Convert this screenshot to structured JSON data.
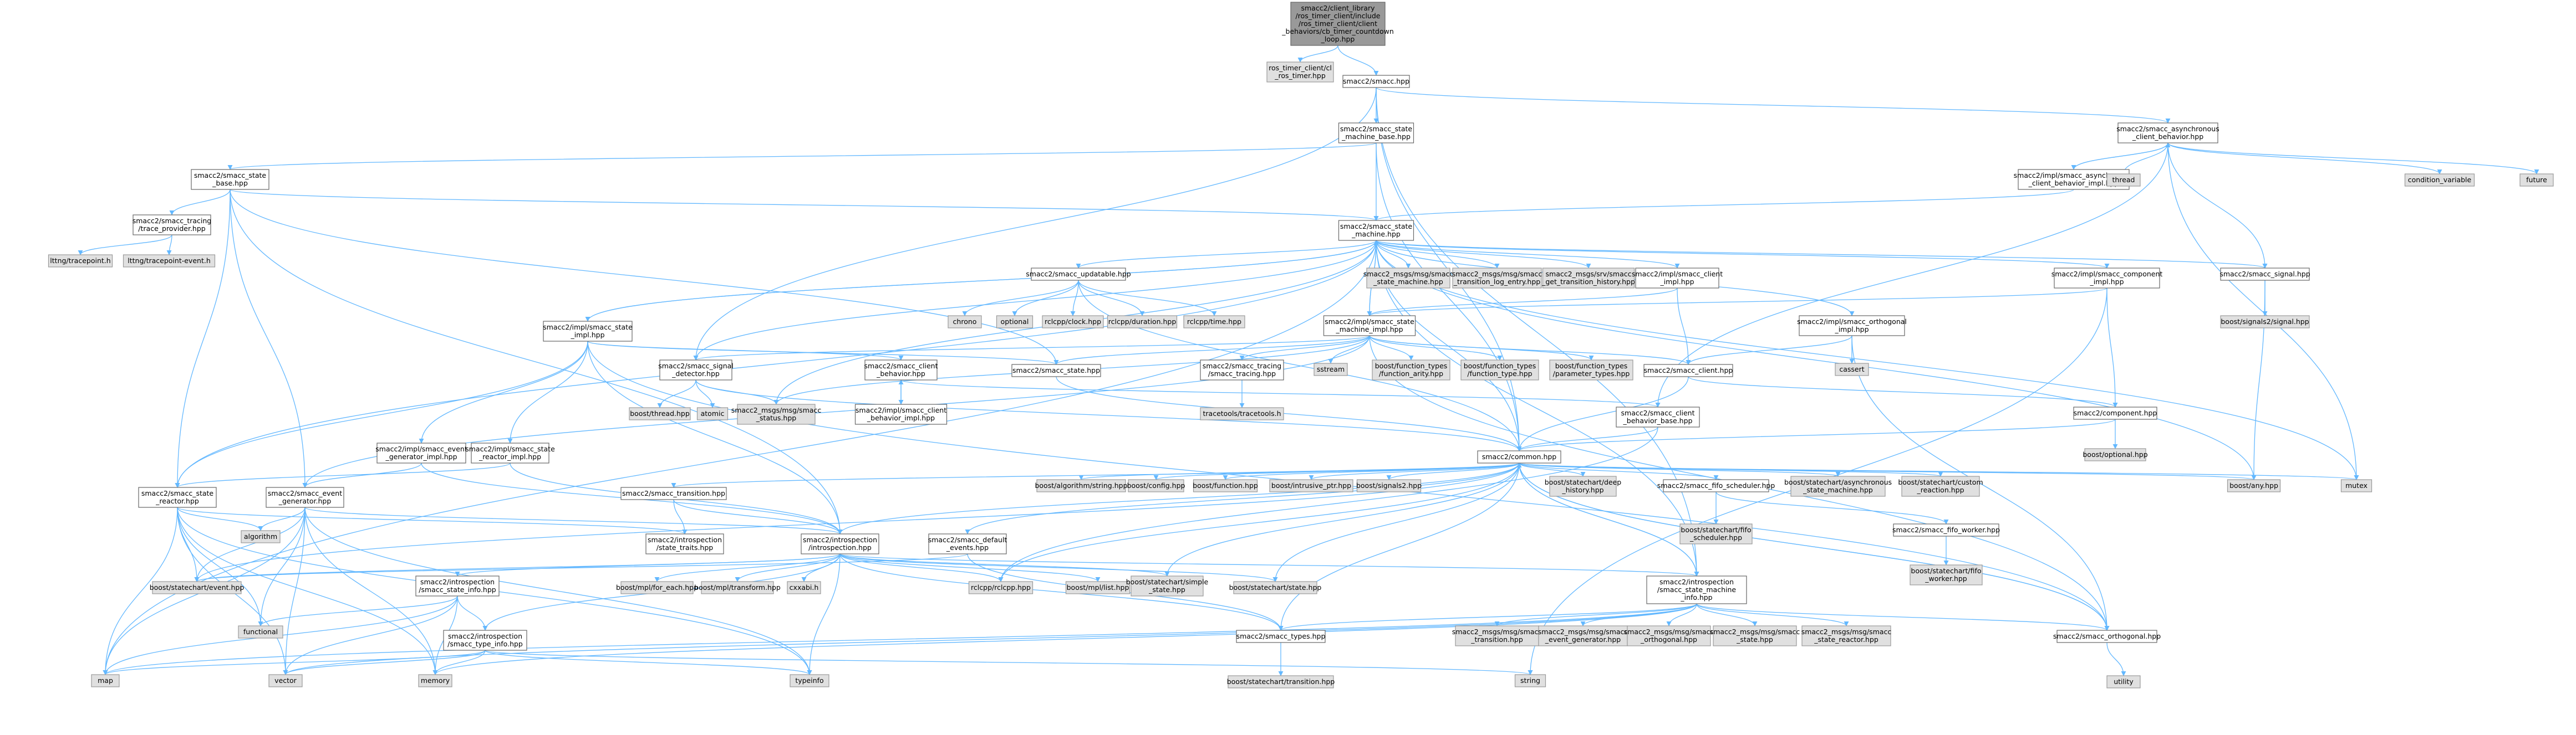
{
  "colors": {
    "edge": "#63b8ff",
    "node_fill": "#ffffff",
    "external_fill": "#e0e0e0",
    "root_fill": "#999999",
    "border": "#666666"
  },
  "nodes": {
    "root": [
      "smacc2/client_library",
      "/ros_timer_client/include",
      "/ros_timer_client/client",
      "_behaviors/cb_timer_countdown",
      "_loop.hpp"
    ],
    "ros_timer": [
      "ros_timer_client/cl",
      "_ros_timer.hpp"
    ],
    "smacc_hpp": [
      "smacc2/smacc.hpp"
    ],
    "state_machine_base": [
      "smacc2/smacc_state",
      "_machine_base.hpp"
    ],
    "async_cb": [
      "smacc2/smacc_asynchronous",
      "_client_behavior.hpp"
    ],
    "state_base": [
      "smacc2/smacc_state",
      "_base.hpp"
    ],
    "async_cb_impl": [
      "smacc2/impl/smacc_asynchronous",
      "_client_behavior_impl.hpp"
    ],
    "thread": [
      "thread"
    ],
    "condition_variable": [
      "condition_variable"
    ],
    "future": [
      "future"
    ],
    "trace_provider": [
      "smacc2/smacc_tracing",
      "/trace_provider.hpp"
    ],
    "lttng_tracepoint": [
      "lttng/tracepoint.h"
    ],
    "lttng_event": [
      "lttng/tracepoint-event.h"
    ],
    "state_machine": [
      "smacc2/smacc_state",
      "_machine.hpp"
    ],
    "updatable": [
      "smacc2/smacc_updatable.hpp"
    ],
    "msg_state_machine": [
      "smacc2_msgs/msg/smacc",
      "_state_machine.hpp"
    ],
    "msg_transition_log": [
      "smacc2_msgs/msg/smacc",
      "_transition_log_entry.hpp"
    ],
    "srv_history": [
      "smacc2_msgs/srv/smacc",
      "_get_transition_history.hpp"
    ],
    "client_impl": [
      "smacc2/impl/smacc_client",
      "_impl.hpp"
    ],
    "component_impl": [
      "smacc2/impl/smacc_component",
      "_impl.hpp"
    ],
    "signal": [
      "smacc2/smacc_signal.hpp"
    ],
    "boost_signals2": [
      "boost/signals2/signal.hpp"
    ],
    "chrono": [
      "chrono"
    ],
    "optional": [
      "optional"
    ],
    "rclcpp_clock": [
      "rclcpp/clock.hpp"
    ],
    "rclcpp_duration": [
      "rclcpp/duration.hpp"
    ],
    "rclcpp_time": [
      "rclcpp/time.hpp"
    ],
    "state_impl": [
      "smacc2/impl/smacc_state",
      "_impl.hpp"
    ],
    "state_machine_impl": [
      "smacc2/impl/smacc_state",
      "_machine_impl.hpp"
    ],
    "orthogonal_impl": [
      "smacc2/impl/smacc_orthogonal",
      "_impl.hpp"
    ],
    "cassert": [
      "cassert"
    ],
    "signal_detector": [
      "smacc2/smacc_signal",
      "_detector.hpp"
    ],
    "client_behavior": [
      "smacc2/smacc_client",
      "_behavior.hpp"
    ],
    "state_hpp": [
      "smacc2/smacc_state.hpp"
    ],
    "smacc_tracing": [
      "smacc2/smacc_tracing",
      "/smacc_tracing.hpp"
    ],
    "sstream": [
      "sstream"
    ],
    "function_types_arity": [
      "boost/function_types",
      "/function_arity.hpp"
    ],
    "function_types_type": [
      "boost/function_types",
      "/function_type.hpp"
    ],
    "function_types_params": [
      "boost/function_types",
      "/parameter_types.hpp"
    ],
    "client_hpp": [
      "smacc2/smacc_client.hpp"
    ],
    "boost_thread": [
      "boost/thread.hpp"
    ],
    "atomic": [
      "atomic"
    ],
    "msg_status": [
      "smacc2_msgs/msg/smacc",
      "_status.hpp"
    ],
    "client_behavior_impl": [
      "smacc2/impl/smacc_client",
      "_behavior_impl.hpp"
    ],
    "tracetools": [
      "tracetools/tracetools.h"
    ],
    "event_generator_impl": [
      "smacc2/impl/smacc_event",
      "_generator_impl.hpp"
    ],
    "state_reactor_impl": [
      "smacc2/impl/smacc_state",
      "_reactor_impl.hpp"
    ],
    "client_behavior_base": [
      "smacc2/smacc_client",
      "_behavior_base.hpp"
    ],
    "component_hpp": [
      "smacc2/component.hpp"
    ],
    "boost_optional": [
      "boost/optional.hpp"
    ],
    "common": [
      "smacc2/common.hpp"
    ],
    "state_reactor": [
      "smacc2/smacc_state",
      "_reactor.hpp"
    ],
    "event_generator": [
      "smacc2/smacc_event",
      "_generator.hpp"
    ],
    "transition": [
      "smacc2/smacc_transition.hpp"
    ],
    "algorithm_string": [
      "boost/algorithm/string.hpp"
    ],
    "boost_config": [
      "boost/config.hpp"
    ],
    "boost_function": [
      "boost/function.hpp"
    ],
    "intrusive_ptr": [
      "boost/intrusive_ptr.hpp"
    ],
    "boost_signals2_hpp": [
      "boost/signals2.hpp"
    ],
    "deep_history": [
      "boost/statechart/deep",
      "_history.hpp"
    ],
    "fifo_scheduler": [
      "smacc2/smacc_fifo_scheduler.hpp"
    ],
    "async_state_machine": [
      "boost/statechart/asynchronous",
      "_state_machine.hpp"
    ],
    "custom_reaction": [
      "boost/statechart/custom",
      "_reaction.hpp"
    ],
    "boost_any": [
      "boost/any.hpp"
    ],
    "mutex": [
      "mutex"
    ],
    "statechart_fifo_scheduler": [
      "boost/statechart/fifo",
      "_scheduler.hpp"
    ],
    "fifo_worker": [
      "smacc2/smacc_fifo_worker.hpp"
    ],
    "statechart_fifo_worker": [
      "boost/statechart/fifo",
      "_worker.hpp"
    ],
    "algorithm": [
      "algorithm"
    ],
    "state_traits": [
      "smacc2/introspection",
      "/state_traits.hpp"
    ],
    "introspection": [
      "smacc2/introspection",
      "/introspection.hpp"
    ],
    "default_events": [
      "smacc2/smacc_default",
      "_events.hpp"
    ],
    "statechart_event": [
      "boost/statechart/event.hpp"
    ],
    "state_info": [
      "smacc2/introspection",
      "/smacc_state_info.hpp"
    ],
    "mpl_for_each": [
      "boost/mpl/for_each.hpp"
    ],
    "mpl_transform": [
      "boost/mpl/transform.hpp"
    ],
    "cxxabi": [
      "cxxabi.h"
    ],
    "rclcpp": [
      "rclcpp/rclcpp.hpp"
    ],
    "mpl_list": [
      "boost/mpl/list.hpp"
    ],
    "simple_state": [
      "boost/statechart/simple",
      "_state.hpp"
    ],
    "statechart_state": [
      "boost/statechart/state.hpp"
    ],
    "state_machine_info": [
      "smacc2/introspection",
      "/smacc_state_machine",
      "_info.hpp"
    ],
    "functional": [
      "functional"
    ],
    "type_info": [
      "smacc2/introspection",
      "/smacc_type_info.hpp"
    ],
    "smacc_types": [
      "smacc2/smacc_types.hpp"
    ],
    "msg_transition": [
      "smacc2_msgs/msg/smacc",
      "_transition.hpp"
    ],
    "msg_event_generator": [
      "smacc2_msgs/msg/smacc",
      "_event_generator.hpp"
    ],
    "msg_orthogonal": [
      "smacc2_msgs/msg/smacc",
      "_orthogonal.hpp"
    ],
    "msg_state": [
      "smacc2_msgs/msg/smacc",
      "_state.hpp"
    ],
    "msg_state_reactor": [
      "smacc2_msgs/msg/smacc",
      "_state_reactor.hpp"
    ],
    "orthogonal": [
      "smacc2/smacc_orthogonal.hpp"
    ],
    "utility": [
      "utility"
    ],
    "map": [
      "map"
    ],
    "vector": [
      "vector"
    ],
    "memory": [
      "memory"
    ],
    "typeinfo": [
      "typeinfo"
    ],
    "string": [
      "string"
    ],
    "statechart_transition": [
      "boost/statechart/transition.hpp"
    ]
  }
}
